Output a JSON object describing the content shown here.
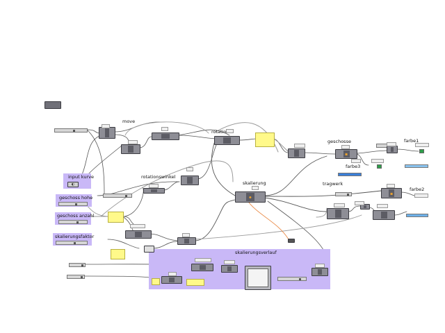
{
  "groups": {
    "input_kurve": "input kurve",
    "geschoss_hohe": "geschoss hohe",
    "geschoss_anzahl": "geschoss anzahl",
    "skalierungsfaktor": "skalierungsfaktor",
    "skalierungsverlauf": "skalierungsverlauf"
  },
  "labels": {
    "move": "move",
    "rotation": "rotation",
    "rotationswinkel": "rotationswinkel",
    "skalierung": "skalierung",
    "geschosse": "geschosse",
    "farbe1": "farbe1",
    "farbe2": "farbe2",
    "farbe3": "farbe3",
    "tragwerk": "tragwerk"
  },
  "colors": {
    "group_fill": "#c9b8f7",
    "canvas_bg": "#ffffff",
    "component_fill": "#8e8e96",
    "panel_fill": "#fff98a",
    "wire_dark": "#555555",
    "wire_light": "#9a9a9a",
    "wire_orange": "#e8823a",
    "farbe3_swatch": "#3a7fd9",
    "farbe2_swatch": "#6db0e8",
    "farbe1_swatch": "#8ac3ef"
  },
  "icons": {
    "slider_knob": "slider-knob-icon",
    "curve_param": "curve-param-icon",
    "preview": "custom-preview-icon",
    "colour_swatch": "colour-swatch-icon",
    "graph_mapper": "graph-mapper-icon"
  }
}
